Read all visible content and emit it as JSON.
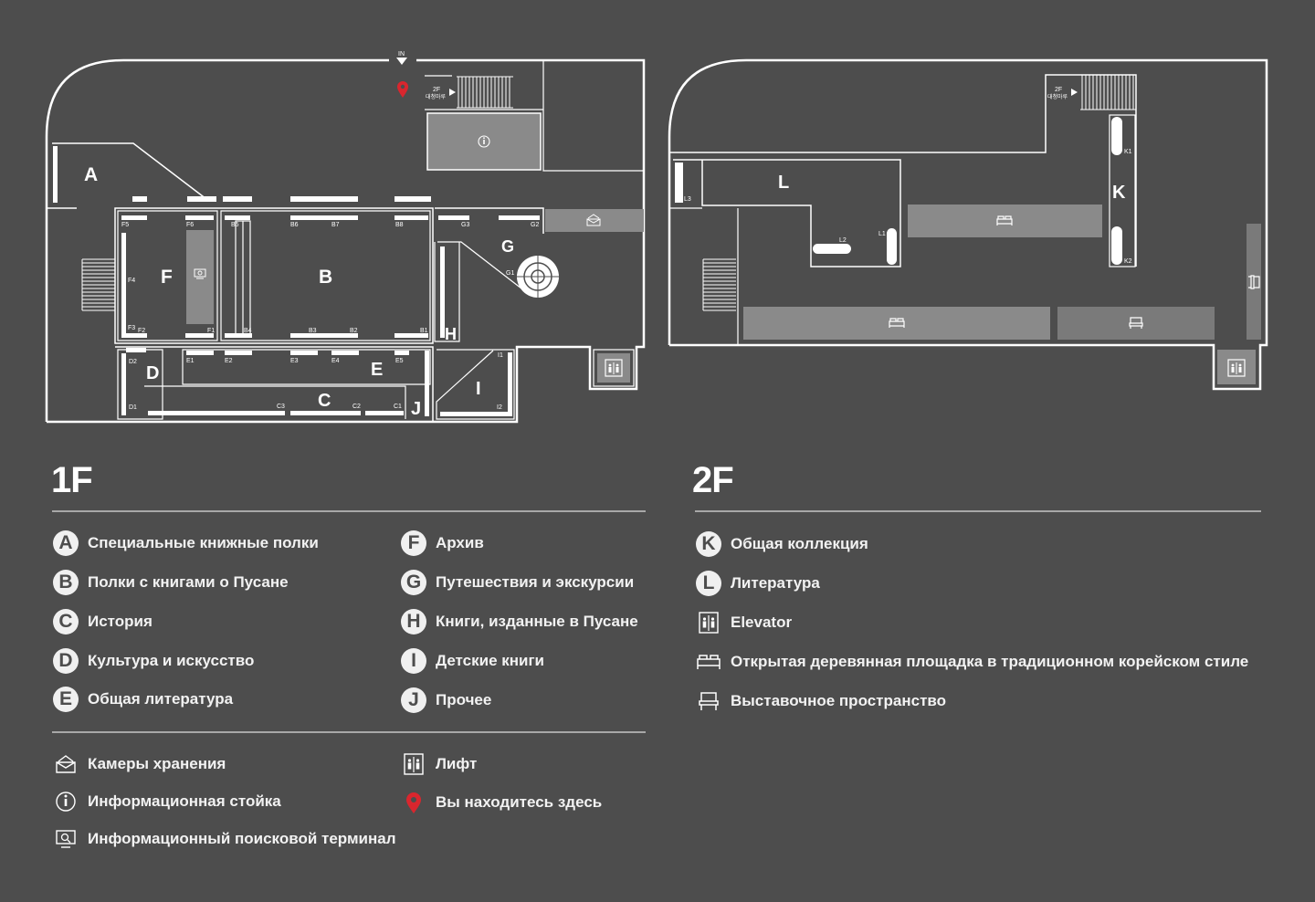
{
  "floors": {
    "first": {
      "title": "1F",
      "zones": [
        "A",
        "B",
        "C",
        "D",
        "E",
        "F",
        "G",
        "H",
        "I",
        "J"
      ],
      "shelf_codes": [
        "F5",
        "F6",
        "B5",
        "B6",
        "B7",
        "B8",
        "G3",
        "G2",
        "F4",
        "F3",
        "F2",
        "F1",
        "B4",
        "B3",
        "B2",
        "B1",
        "G1",
        "D2",
        "D1",
        "E1",
        "E2",
        "E3",
        "E4",
        "E5",
        "C3",
        "C2",
        "C1",
        "I1",
        "I2"
      ],
      "entrance_label": "IN",
      "stair_label": "2F",
      "stair_sub": "대청마루"
    },
    "second": {
      "title": "2F",
      "zones": [
        "L",
        "K"
      ],
      "shelf_codes": [
        "K1",
        "K2",
        "L1",
        "L2",
        "L3"
      ],
      "stair_label": "2F",
      "stair_sub": "대청마루"
    }
  },
  "legend_1f": [
    {
      "badge": "A",
      "label": "Специальные книжные полки"
    },
    {
      "badge": "B",
      "label": "Полки с книгами о Пусане"
    },
    {
      "badge": "C",
      "label": "История"
    },
    {
      "badge": "D",
      "label": "Культура и искусство"
    },
    {
      "badge": "E",
      "label": "Общая литература"
    },
    {
      "badge": "F",
      "label": "Архив"
    },
    {
      "badge": "G",
      "label": "Путешествия и экскурсии"
    },
    {
      "badge": "H",
      "label": "Книги, изданные в Пусане"
    },
    {
      "badge": "I",
      "label": "Детские книги"
    },
    {
      "badge": "J",
      "label": "Прочее"
    }
  ],
  "facilities_1f": [
    {
      "icon": "locker-icon",
      "label": "Камеры хранения"
    },
    {
      "icon": "info-icon",
      "label": "Информационная стойка"
    },
    {
      "icon": "search-terminal-icon",
      "label": "Информационный поисковой терминал"
    },
    {
      "icon": "elevator-icon",
      "label": "Лифт"
    },
    {
      "icon": "location-pin-icon",
      "label": "Вы находитесь здесь"
    }
  ],
  "legend_2f": [
    {
      "badge": "K",
      "label": "Общая коллекция"
    },
    {
      "badge": "L",
      "label": "Литература"
    },
    {
      "icon": "elevator-icon",
      "label": "Elevator"
    },
    {
      "icon": "wooden-floor-icon",
      "label": "Открытая деревянная площадка в традиционном корейском стиле"
    },
    {
      "icon": "exhibition-icon",
      "label": "Выставочное пространство"
    }
  ],
  "colors": {
    "background": "#4d4d4d",
    "pin": "#d9262e",
    "block": "#8a8a8a"
  }
}
